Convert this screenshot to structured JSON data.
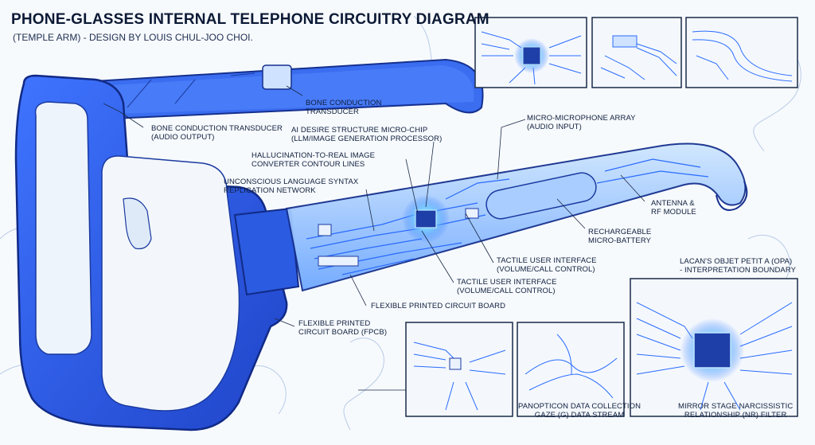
{
  "title": "PHONE-GLASSES INTERNAL TELEPHONE CIRCUITRY DIAGRAM",
  "subtitle": "(TEMPLE ARM) - DESIGN BY LOUIS CHUL-JOO CHOI.",
  "labels": {
    "bone_top": "BONE CONDUCTION\nTRANSDUCER",
    "bone_output": "BONE CONDUCTION TRANSDUCER\n(AUDIO OUTPUT)",
    "ai_chip": "AI DESIRE STRUCTURE MICRO-CHIP\n(LLM/IMAGE GENERATION PROCESSOR)",
    "hallucination": "HALLUCINATION-TO-REAL IMAGE\nCONVERTER CONTOUR LINES",
    "unconscious": "UNCONSCIOUS LANGUAGE SYNTAX\nREPLICATION NETWORK",
    "micro_mic": "MICRO-MICROPHONE ARRAY\n(AUDIO INPUT)",
    "antenna": "ANTENNA &\nRF MODULE",
    "battery": "RECHARGEABLE\nMICRO-BATTERY",
    "tactile_1": "TACTILE USER INTERFACE\n(VOLUME/CALL CONTROL)",
    "tactile_2": "TACTILE USER INTERFACE\n(VOLUME/CALL CONTROL)",
    "fpc": "FLEXIBLE PRINTED CIRCUIT BOARD",
    "fpcb": "FLEXIBLE PRINTED\nCIRCUIT BOARD (FPCB)",
    "lacan": "LACAN'S OBJET PETIT A (Opa)\n- INTERPRETATION BOUNDARY",
    "panopticon": "PANOPTICON DATA COLLECTION\nGAZE (G) DATA STREAM",
    "mirror": "MIRROR STAGE NARCISSISTIC\nRELATIONSHIP (NR) FILTER"
  },
  "colors": {
    "frame_blue": "#2f5fe0",
    "frame_dark": "#1b3aa8",
    "circuit_glow": "#4fc3ff",
    "ink": "#0f1f3d"
  }
}
